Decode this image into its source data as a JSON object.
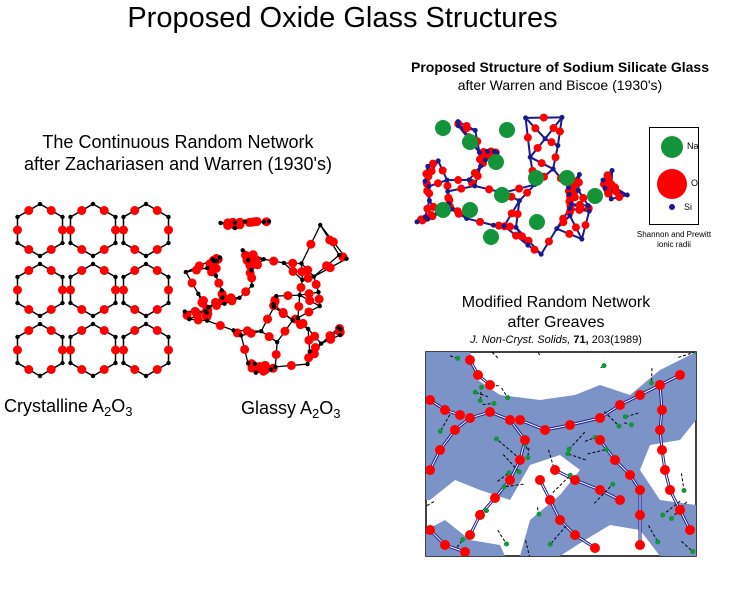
{
  "title": "Proposed Oxide Glass Structures",
  "crn": {
    "title": "The Continuous Random Network",
    "subtitle": "after Zachariasen and Warren (1930's)",
    "crystalline_label": [
      "Crystalline A",
      "2",
      "O",
      "3"
    ],
    "glassy_label": [
      "Glassy A",
      "2",
      "O",
      "3"
    ]
  },
  "sodium_silicate": {
    "title": "Proposed Structure of Sodium Silicate Glass",
    "subtitle": "after Warren and Biscoe (1930's)",
    "legend": [
      {
        "label": "Na",
        "color": "#14943a"
      },
      {
        "label": "O",
        "color": "#ff0000"
      },
      {
        "label": "Si",
        "color": "#1a1a8c"
      }
    ],
    "legend_note": [
      "Shannon and Prewitt",
      "ionic radii"
    ]
  },
  "mrn": {
    "title": "Modified Random Network",
    "subtitle": "after Greaves",
    "ref_journal": "J. Non-Cryst. Solids,",
    "ref_volume": "71,",
    "ref_pages": "203(1989)"
  },
  "colors": {
    "oxygen": "#ff0000",
    "cation": "#000000",
    "silicon": "#1a1a8c",
    "sodium": "#14943a",
    "channel": "#7b93c6"
  }
}
